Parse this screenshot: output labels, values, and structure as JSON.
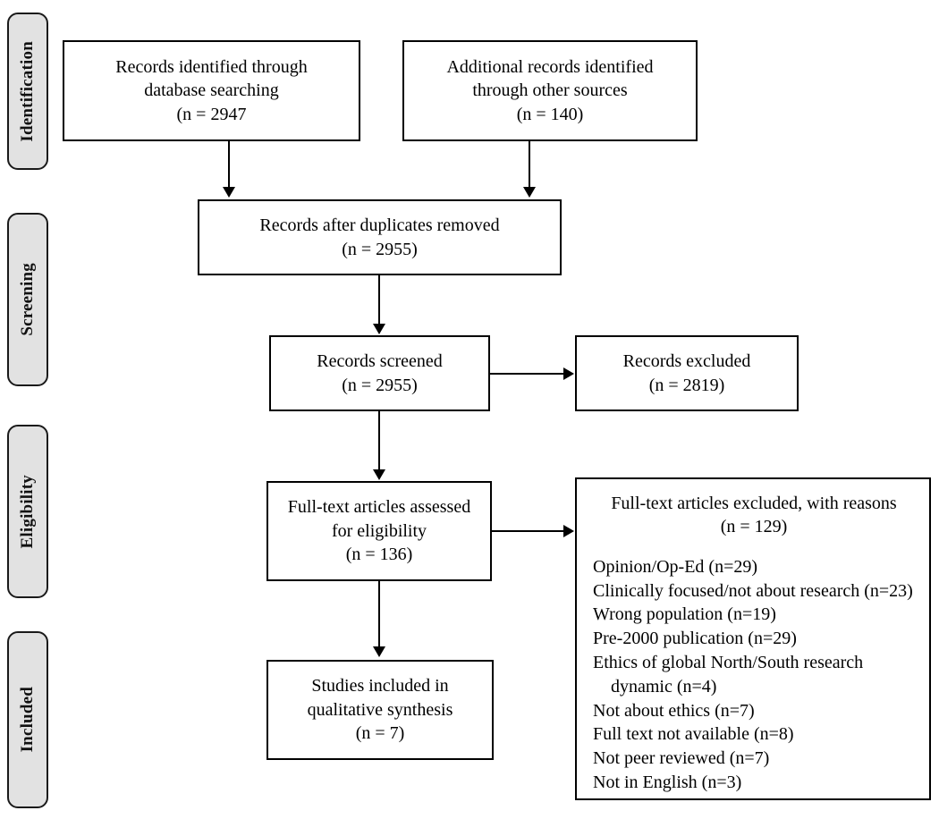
{
  "diagram": {
    "type": "prisma-flow-diagram",
    "stages": [
      {
        "id": "identification",
        "label": "Identification"
      },
      {
        "id": "screening",
        "label": "Screening"
      },
      {
        "id": "eligibility",
        "label": "Eligibility"
      },
      {
        "id": "included",
        "label": "Included"
      }
    ],
    "boxes": {
      "database_records": "Records identified through\ndatabase searching\n(n = 2947",
      "other_records": "Additional records identified\nthrough other sources\n(n = 140)",
      "duplicates_removed": "Records after duplicates removed\n(n = 2955)",
      "records_screened": "Records screened\n(n = 2955)",
      "records_excluded": "Records excluded\n(n = 2819)",
      "fulltext_assessed": "Full-text articles assessed\nfor eligibility\n(n = 136)",
      "studies_included": "Studies included in\nqualitative synthesis\n(n = 7)"
    },
    "excluded_reasons": {
      "header": "Full-text articles excluded, with reasons\n(n = 129)",
      "items": [
        "Opinion/Op-Ed (n=29)",
        "Clinically focused/not about research (n=23)",
        "Wrong population (n=19)",
        "Pre-2000 publication (n=29)",
        "Ethics of global North/South research dynamic (n=4)",
        "Not about ethics (n=7)",
        "Full text not available (n=8)",
        "Not peer reviewed (n=7)",
        "Not in English (n=3)"
      ]
    },
    "counts": {
      "database_records": 2947,
      "other_records": 140,
      "after_duplicates": 2955,
      "screened": 2955,
      "excluded_at_screening": 2819,
      "fulltext_assessed": 136,
      "fulltext_excluded": 129,
      "studies_included": 7
    },
    "colors": {
      "stage_fill": "#e2e2e2",
      "stage_border": "#1a1a1a",
      "box_border": "#000000",
      "box_fill": "#ffffff",
      "text": "#000000"
    }
  }
}
